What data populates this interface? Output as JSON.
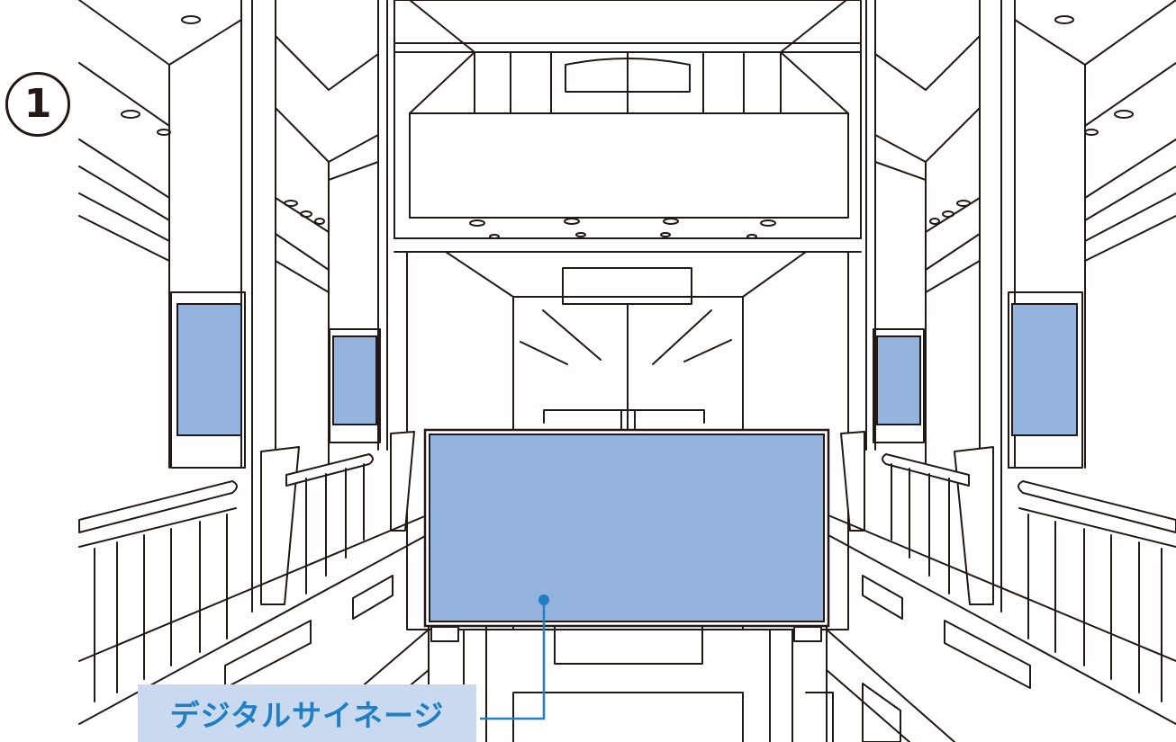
{
  "step_number": "1",
  "callout": {
    "label": "デジタルサイネージ"
  },
  "colors": {
    "line": "#231815",
    "screen_fill": "#95b4dd",
    "label_background": "#c9d9ef",
    "label_text": "#1f7fc4",
    "leader_line": "#1f7fc4"
  },
  "icons": {
    "step_badge": "circled-number-1"
  }
}
